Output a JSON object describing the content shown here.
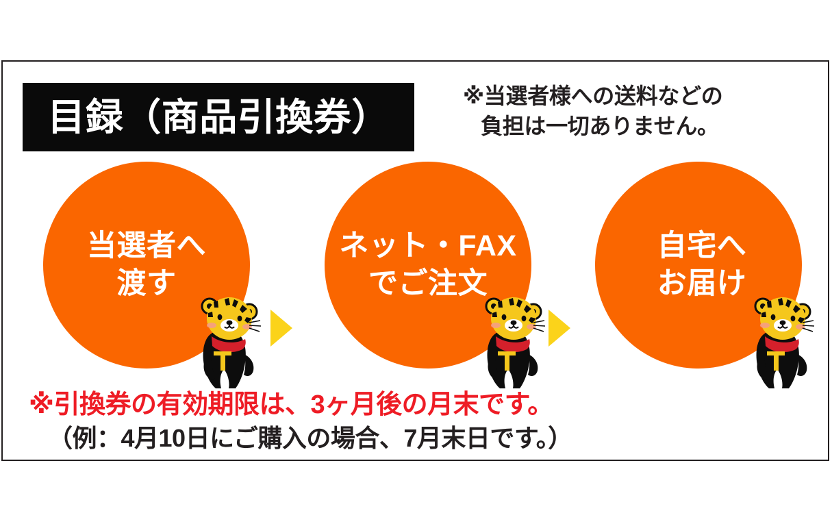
{
  "panel": {
    "title_banner": {
      "text": "目録（商品引換券）",
      "background_color": "#0a0a0a",
      "text_color": "#ffffff"
    },
    "header_note": {
      "line1": "※当選者様への送料などの",
      "line2": "負担は一切ありません。",
      "color": "#231f20"
    },
    "steps": [
      {
        "index": 1,
        "line1": "当選者へ",
        "line2": "渡す",
        "circle_color": "#fa6600",
        "text_color": "#ffffff",
        "mascot": "tiger-mascot"
      },
      {
        "index": 2,
        "line1": "ネット・FAX",
        "line2": "でご注文",
        "circle_color": "#fa6600",
        "text_color": "#ffffff",
        "mascot": "tiger-mascot"
      },
      {
        "index": 3,
        "line1": "自宅へ",
        "line2": "お届け",
        "circle_color": "#fa6600",
        "text_color": "#ffffff",
        "mascot": "tiger-mascot"
      }
    ],
    "arrows": {
      "color": "#fbd31a",
      "icon": "triangle-right-icon",
      "count": 2
    },
    "footer": {
      "red_note": "※引換券の有効期限は、3ヶ月後の月末です。",
      "red_color": "#ee1c25",
      "example_note": "（例：4月10日にご購入の場合、7月末日です。）",
      "example_color": "#231f20"
    }
  }
}
